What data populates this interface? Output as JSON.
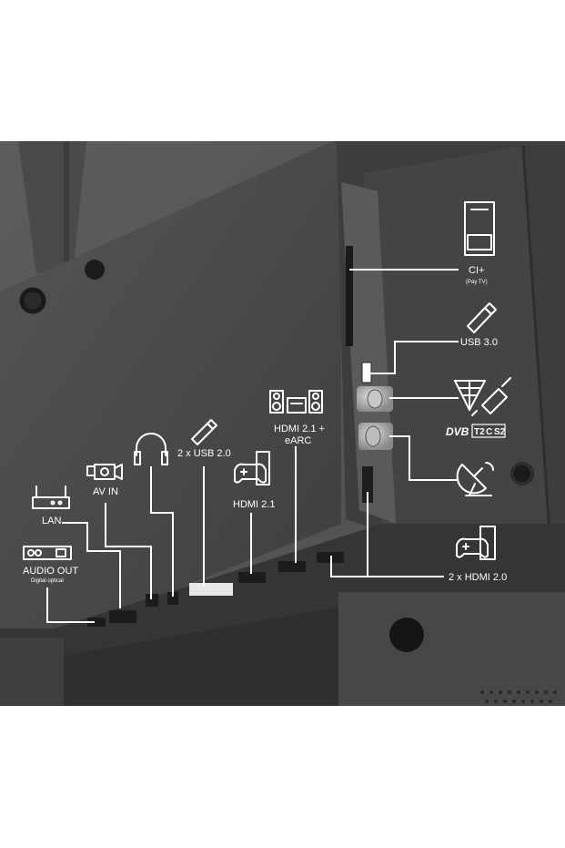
{
  "labels": {
    "ci": "CI+",
    "ci_sub": "(Pay TV)",
    "usb3": "USB 3.0",
    "dvb_prefix": "DVB",
    "dvb_t2": "T2",
    "dvb_c": "C",
    "dvb_s2": "S2",
    "hdmi21_earc_l1": "HDMI 2.1 +",
    "hdmi21_earc_l2": "eARC",
    "usb2": "2 x USB 2.0",
    "av_in": "AV IN",
    "lan": "LAN",
    "hdmi21": "HDMI 2.1",
    "audio_out": "AUDIO OUT",
    "audio_out_sub": "Digital optical",
    "hdmi20": "2 x HDMI 2.0"
  },
  "colors": {
    "background": "#ffffff",
    "panel": "#4a4a4c",
    "panel_dark": "#3a3a3c",
    "wall": "#58585a",
    "label": "#ffffff"
  },
  "icons": [
    "ci-card-icon",
    "usb-stick-icon",
    "antenna-icon",
    "coax-plug-icon",
    "satellite-dish-icon",
    "game-console-icon",
    "speakers-icon",
    "headphones-icon",
    "camcorder-icon",
    "router-icon",
    "optical-out-icon"
  ]
}
